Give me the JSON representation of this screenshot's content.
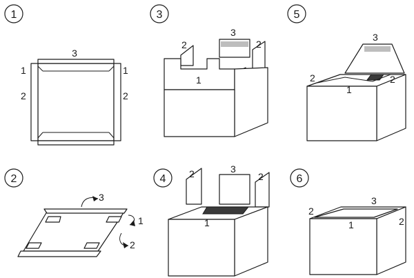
{
  "steps": [
    {
      "number": "1",
      "labels": {
        "top": "3",
        "left_top": "1",
        "left_mid": "2",
        "right_top": "1",
        "right_mid": "2"
      }
    },
    {
      "number": "2",
      "labels": {
        "top": "3",
        "right_top": "1",
        "right_mid": "2"
      }
    },
    {
      "number": "3",
      "labels": {
        "top": "3",
        "left": "2",
        "right": "2",
        "center": "1"
      }
    },
    {
      "number": "4",
      "labels": {
        "top": "3",
        "left": "2",
        "right": "2",
        "center": "1"
      }
    },
    {
      "number": "5",
      "labels": {
        "top": "3",
        "left": "2",
        "right": "2",
        "center": "1"
      }
    },
    {
      "number": "6",
      "labels": {
        "top": "3",
        "left": "2",
        "right": "2",
        "center": "1"
      }
    }
  ]
}
